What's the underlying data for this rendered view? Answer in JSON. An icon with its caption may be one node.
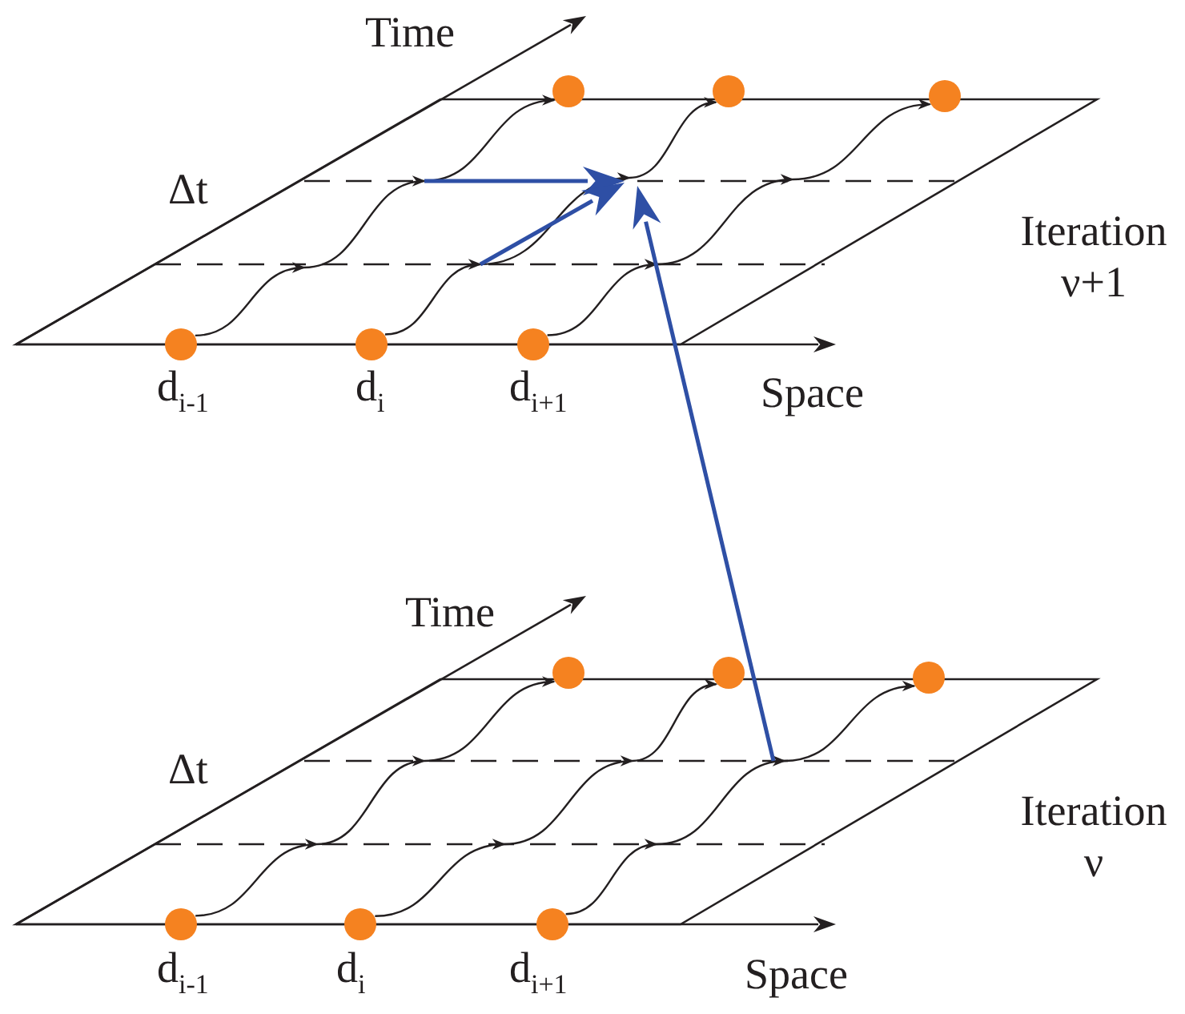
{
  "diagram": {
    "nodes": [
      {
        "text": [],
        "shape": "circle"
      },
      {
        "text": [],
        "shape": "circle"
      },
      {
        "text": [],
        "shape": "circle"
      },
      {
        "text": [],
        "shape": "circle"
      },
      {
        "text": [],
        "shape": "circle"
      },
      {
        "text": [],
        "shape": "circle"
      },
      {
        "text": [],
        "shape": "circle"
      },
      {
        "text": [],
        "shape": "circle"
      },
      {
        "text": [],
        "shape": "circle"
      },
      {
        "text": [],
        "shape": "circle"
      },
      {
        "text": [],
        "shape": "circle"
      },
      {
        "text": [],
        "shape": "circle"
      }
    ],
    "edges": [
      {
        "from": 3,
        "to": 0,
        "arrow": "to"
      },
      {
        "from": 4,
        "to": 1,
        "arrow": "to"
      },
      {
        "from": 5,
        "to": 2,
        "arrow": "to"
      },
      {
        "from": 9,
        "to": 6,
        "arrow": "to"
      },
      {
        "from": 10,
        "to": 7,
        "arrow": "to"
      },
      {
        "from": 11,
        "to": 8,
        "arrow": "to"
      }
    ],
    "labels": [
      "Time",
      "Δt",
      "Iteration ν+1",
      "d$_{i-1}$",
      "d$_{i}$",
      "d$_{i+1}$",
      "Space",
      "Time",
      "Δt",
      "Iteration ν",
      "d$_{i-1}$",
      "d$_{i}$",
      "d$_{i+1}$",
      "Space"
    ]
  }
}
